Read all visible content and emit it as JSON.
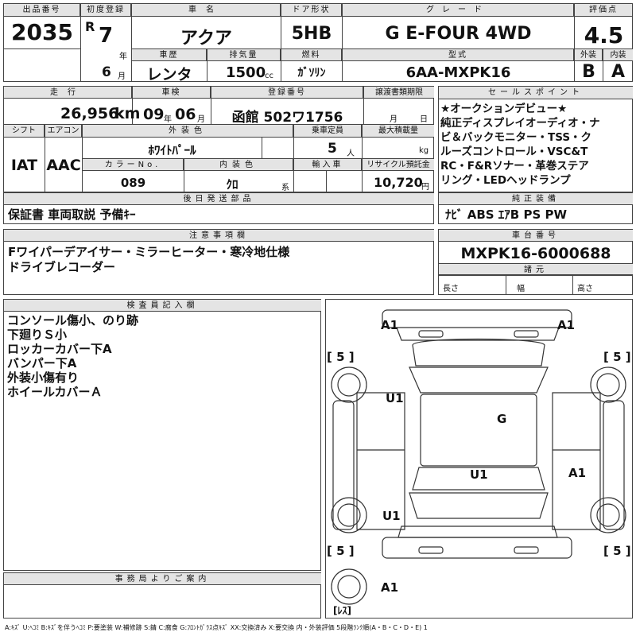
{
  "header": {
    "lot_label": "出品番号",
    "lot_value": "2035",
    "first_reg_label": "初度登録",
    "era": "R",
    "first_reg_year": "7",
    "year_unit": "年",
    "first_reg_month": "6",
    "month_unit": "月",
    "car_name_label": "車名",
    "car_name": "アクア",
    "door_label": "ドア形状",
    "door_value": "5HB",
    "grade_label": "グレード",
    "grade_value": "G E-FOUR 4WD",
    "score_label": "評価点",
    "score_value": "4.5",
    "history_label": "車歴",
    "history_value": "レンタ",
    "displacement_label": "排気量",
    "displacement_value": "1500",
    "displacement_unit": "cc",
    "fuel_label": "燃料",
    "fuel_value": "ｶﾞｿﾘﾝ",
    "model_label": "型式",
    "model_value": "6AA-MXPK16",
    "exterior_label": "外装",
    "exterior_grade": "B",
    "interior_label": "内装",
    "interior_grade": "A"
  },
  "row2": {
    "mileage_label": "走行",
    "mileage_value": "26,956",
    "mileage_unit": "km",
    "inspection_label": "車検",
    "inspection_year": "09",
    "inspection_year_unit": "年",
    "inspection_month": "06",
    "inspection_month_unit": "月",
    "plate_label": "登録番号",
    "plate_value": "函館 502ワ1756",
    "transfer_label": "譲渡書類期限",
    "transfer_month_unit": "月",
    "transfer_day_unit": "日",
    "shift_label": "シフト",
    "shift_value": "IAT",
    "ac_label": "エアコン",
    "ac_value": "AAC",
    "ext_color_label": "外装色",
    "ext_color_value": "ﾎﾜｲﾄﾊﾟｰﾙ",
    "capacity_label": "乗車定員",
    "capacity_value": "5",
    "capacity_unit": "人",
    "load_label": "最大積載量",
    "load_unit": "kg",
    "color_no_label": "カラーNo.",
    "color_no_value": "089",
    "int_color_label": "内装色",
    "int_color_value": "ｸﾛ",
    "int_color_unit": "系",
    "import_label": "輸入車",
    "recycle_label": "リサイクル預託金",
    "recycle_value": "10,720",
    "recycle_unit": "円"
  },
  "sales_points": {
    "label": "セールスポイント",
    "lines": [
      "★オークションデビュー★",
      "純正ディスプレイオーディオ・ナ",
      "ビ＆バックモニター・TSS・ク",
      "ルーズコントロール・VSC&T",
      "RC・F&Rソナー・革巻ステア",
      "リング・LEDヘッドランプ"
    ]
  },
  "parts": {
    "label": "後日発送部品",
    "value": "保証書 車両取説 予備ｷｰ"
  },
  "equipment": {
    "label": "純正装備",
    "value": "ﾅﾋﾞ ABS ｴｱB PS PW"
  },
  "notes": {
    "label": "注意事項欄",
    "lines": [
      "Fワイパーデアイサー・ミラーヒーター・寒冷地仕様",
      "ドライブレコーダー"
    ]
  },
  "chassis": {
    "label": "車台番号",
    "value": "MXPK16-6000688",
    "specs_label": "諸元",
    "length_label": "長さ",
    "width_label": "幅",
    "height_label": "高さ"
  },
  "inspector": {
    "label": "検査員記入欄",
    "lines": [
      "コンソール傷小、のり跡",
      "下廻りＳ小",
      "ロッカーカバー下A",
      "バンパー下A",
      "外装小傷有り",
      "ホイールカバーＡ"
    ]
  },
  "office": {
    "label": "事務局よりご案内"
  },
  "diagram_marks": [
    "A1",
    "A1",
    "[ 5 ]",
    "[ 5 ]",
    "U1",
    "G",
    "U1",
    "A1",
    "U1",
    "[ 5 ]",
    "[ 5 ]",
    "A1",
    "[ﾚｽ]"
  ],
  "legend": "A:ｷｽﾞ U:ﾍｺﾐ B:ｷｽﾞを伴うﾍｺﾐ P:要塗装 W:補修跡 S:錆 C:腐食 G:ﾌﾛﾝﾄｶﾞﾗｽ点ｷｽﾞ XX:交換済み X:要交換 内・外装評価 5段階ﾗﾝｸ順(A・B・C・D・E) 1",
  "colors": {
    "header_bg": "#e4e4e4",
    "border": "#444444"
  }
}
